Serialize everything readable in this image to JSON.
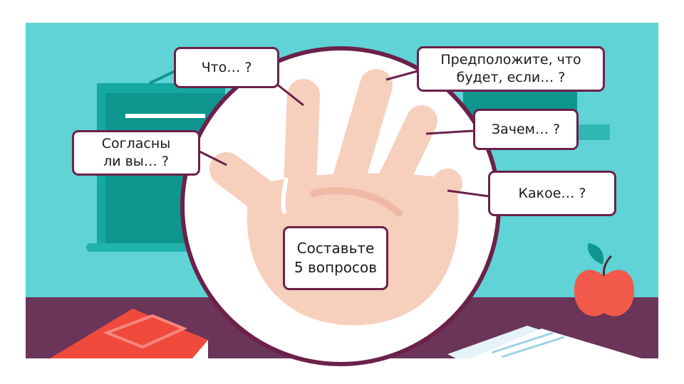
{
  "labels": {
    "what": "Что… ?",
    "suppose": "Предположите, что\nбудет, если… ?",
    "why": "Зачем… ?",
    "agree": "Согласны\nли вы… ?",
    "which": "Какое… ?",
    "task": "Составьте\n5 вопросов"
  },
  "colors": {
    "wall": "#5fd3d6",
    "board": "#0e958e",
    "table": "#6a3558",
    "outline": "#6b2149",
    "hand": "#f7cfbd",
    "apple": "#f15a4a",
    "book": "#ef4a3c"
  }
}
